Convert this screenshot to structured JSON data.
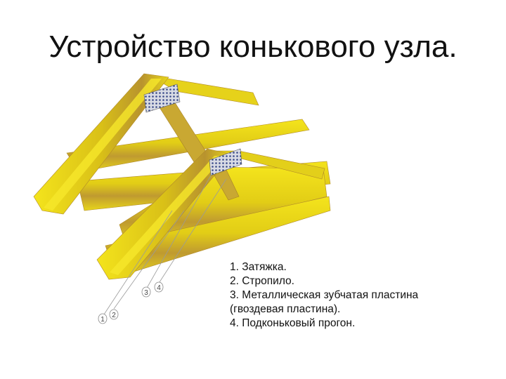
{
  "slide": {
    "title": "Устройство конькового узла.",
    "illustration": {
      "description": "roof-truss-ridge-assembly",
      "colors": {
        "timber_light": "#f2e21a",
        "timber_mid": "#d8c214",
        "timber_shadow": "#b8932e",
        "plate": "#c9cdd8",
        "plate_dots": "#3a4a8a",
        "callout_line": "#9a9a9a"
      },
      "callouts": [
        "1",
        "2",
        "3",
        "4"
      ]
    },
    "legend": {
      "items": [
        "1. Затяжка.",
        "2. Стропило.",
        "3. Металлическая зубчатая пластина",
        "(гвоздевая пластина).",
        "4. Подконьковый прогон."
      ]
    }
  }
}
